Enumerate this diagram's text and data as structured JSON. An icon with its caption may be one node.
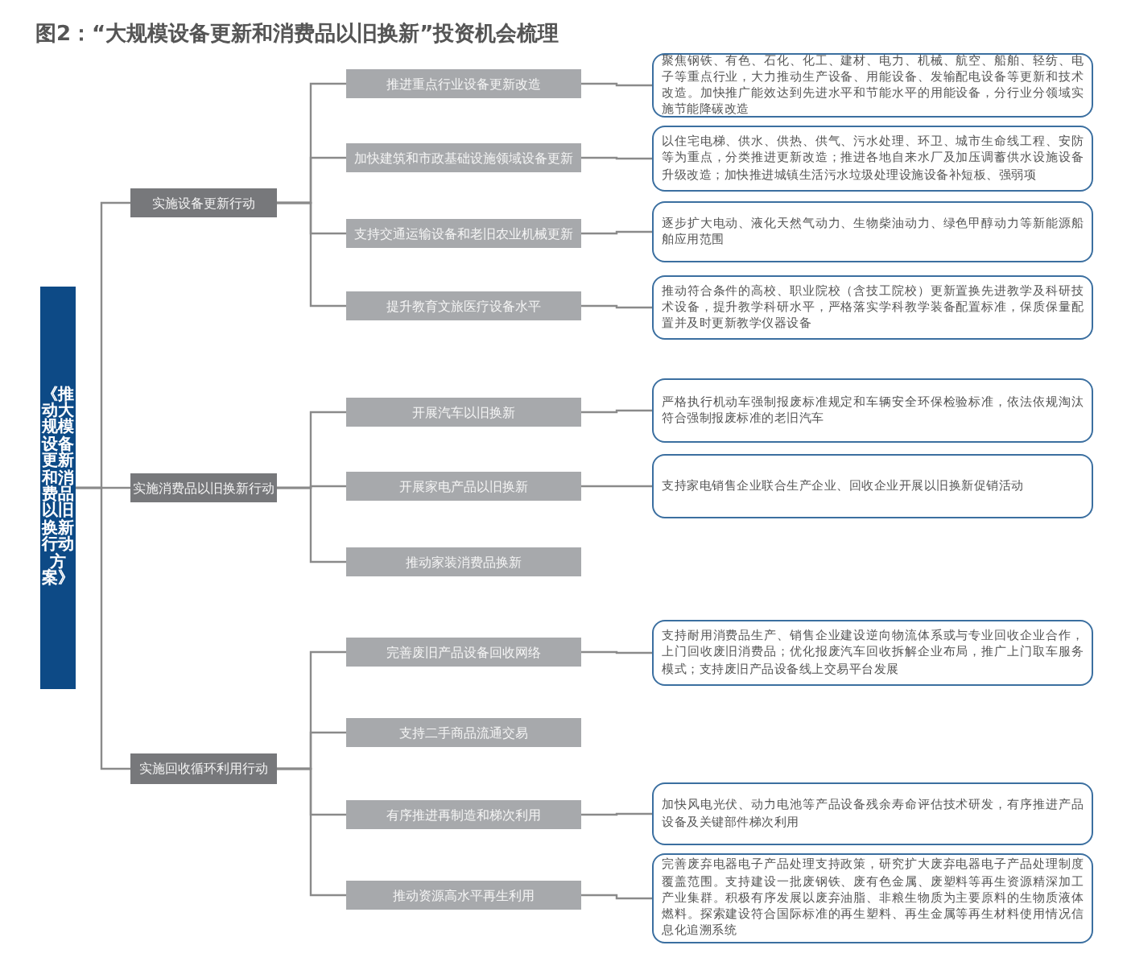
{
  "diagram": {
    "title": "图2：“大规模设备更新和消费品以旧换新”投资机会梳理",
    "nodes": [
      {
        "text": [
          "《推动大规模设备更新和消费品以旧换新行动方案》"
        ]
      },
      {
        "text": [
          "实施设备更新行动"
        ]
      },
      {
        "text": [
          "实施消费品以旧换新行动"
        ]
      },
      {
        "text": [
          "实施回收循环利用行动"
        ]
      },
      {
        "text": [
          "推进重点行业设备更新改造"
        ]
      },
      {
        "text": [
          "加快建筑和市政基础设施领域设备更新"
        ]
      },
      {
        "text": [
          "支持交通运输设备和老旧农业机械更新"
        ]
      },
      {
        "text": [
          "提升教育文旅医疗设备水平"
        ]
      },
      {
        "text": [
          "开展汽车以旧换新"
        ]
      },
      {
        "text": [
          "开展家电产品以旧换新"
        ]
      },
      {
        "text": [
          "推动家装消费品换新"
        ]
      },
      {
        "text": [
          "完善废旧产品设备回收网络"
        ]
      },
      {
        "text": [
          "支持二手商品流通交易"
        ]
      },
      {
        "text": [
          "有序推进再制造和梯次利用"
        ]
      },
      {
        "text": [
          "推动资源高水平再生利用"
        ]
      },
      {
        "text": [
          "聚焦钢铁、有色、石化、化工、建材、电力、机械、航空、船舶、轻纺、电子等重点行业，大力推动生产设备、用能设备、发输配电设备等更新和技术改造。加快推广能效达到先进水平和节能水平的用能设备，分行业分领域实施节能降碳改造"
        ]
      },
      {
        "text": [
          "以住宅电梯、供水、供热、供气、污水处理、环卫、城市生命线工程、安防等为重点，分类推进更新改造；推进各地自来水厂及加压调蓄供水设施设备升级改造；加快推进城镇生活污水垃圾处理设施设备补短板、强弱项"
        ]
      },
      {
        "text": [
          "逐步扩大电动、液化天然气动力、生物柴油动力、绿色甲醇动力等新能源船舶应用范围"
        ]
      },
      {
        "text": [
          "推动符合条件的高校、职业院校（含技工院校）更新置换先进教学及科研技术设备，提升教学科研水平，严格落实学科教学装备配置标准，保质保量配置并及时更新教学仪器设备"
        ]
      },
      {
        "text": [
          "严格执行机动车强制报废标准规定和车辆安全环保检验标准，依法依规淘汰符合强制报废标准的老旧汽车"
        ]
      },
      {
        "text": [
          "支持家电销售企业联合生产企业、回收企业开展以旧换新促销活动"
        ]
      },
      {
        "text": [
          "支持耐用消费品生产、销售企业建设逆向物流体系或与专业回收企业合作，上门回收废旧消费品；优化报废汽车回收拆解企业布局，推广上门取车服务模式；支持废旧产品设备线上交易平台发展"
        ]
      },
      {
        "text": [
          "加快风电光伏、动力电池等产品设备残余寿命评估技术研发，有序推进产品设备及关键部件梯次利用"
        ]
      },
      {
        "text": [
          "完善废弃电器电子产品处理支持政策，研究扩大废弃电器电子产品处理制度覆盖范围。支持建设一批废钢铁、废有色金属、废塑料等再生资源精深加工产业集群。积极有序发展以废弃油脂、非粮生物质为主要原料的生物质液体燃料。探索建设符合国际标准的再生塑料、再生金属等再生材料使用情况信息化追溯系统"
        ]
      }
    ],
    "edges": [
      {
        "from": 0,
        "to": 1,
        "arrow": "none"
      },
      {
        "from": 0,
        "to": 2,
        "arrow": "none"
      },
      {
        "from": 0,
        "to": 3,
        "arrow": "none"
      },
      {
        "from": 1,
        "to": 4,
        "arrow": "none"
      },
      {
        "from": 1,
        "to": 5,
        "arrow": "none"
      },
      {
        "from": 1,
        "to": 6,
        "arrow": "none"
      },
      {
        "from": 1,
        "to": 7,
        "arrow": "none"
      },
      {
        "from": 2,
        "to": 8,
        "arrow": "none"
      },
      {
        "from": 2,
        "to": 9,
        "arrow": "none"
      },
      {
        "from": 2,
        "to": 10,
        "arrow": "none"
      },
      {
        "from": 3,
        "to": 11,
        "arrow": "none"
      },
      {
        "from": 3,
        "to": 12,
        "arrow": "none"
      },
      {
        "from": 3,
        "to": 13,
        "arrow": "none"
      },
      {
        "from": 3,
        "to": 14,
        "arrow": "none"
      },
      {
        "from": 4,
        "to": 15,
        "arrow": "none"
      },
      {
        "from": 5,
        "to": 16,
        "arrow": "none"
      },
      {
        "from": 6,
        "to": 17,
        "arrow": "none"
      },
      {
        "from": 7,
        "to": 18,
        "arrow": "none"
      },
      {
        "from": 8,
        "to": 19,
        "arrow": "none"
      },
      {
        "from": 9,
        "to": 20,
        "arrow": "none"
      },
      {
        "from": 11,
        "to": 21,
        "arrow": "none"
      },
      {
        "from": 13,
        "to": 22,
        "arrow": "none"
      },
      {
        "from": 14,
        "to": 23,
        "arrow": "none"
      }
    ]
  }
}
